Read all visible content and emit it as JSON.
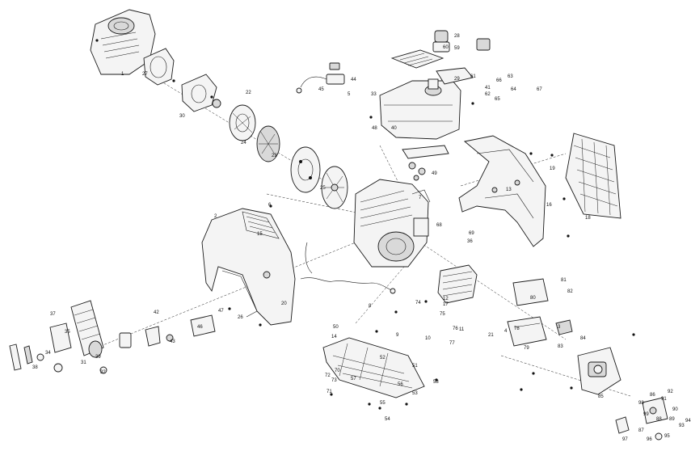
{
  "diagram": {
    "labels": [
      "28",
      "59",
      "15",
      "20",
      "29",
      "33",
      "36",
      "14",
      "1",
      "2",
      "3",
      "4",
      "5",
      "6",
      "7",
      "8",
      "9",
      "10",
      "11",
      "12",
      "13",
      "16",
      "17",
      "18",
      "19",
      "21",
      "22",
      "23",
      "24",
      "25",
      "26",
      "27",
      "30",
      "31",
      "32",
      "34",
      "35",
      "37",
      "38",
      "39",
      "40",
      "41",
      "42",
      "43",
      "44",
      "45",
      "46",
      "47",
      "48",
      "49",
      "50",
      "51",
      "52",
      "53",
      "54",
      "55",
      "56",
      "57",
      "58",
      "60",
      "61",
      "62",
      "63",
      "64",
      "65",
      "66",
      "67",
      "68",
      "69",
      "70",
      "71",
      "72",
      "73",
      "74",
      "75",
      "76",
      "77",
      "78",
      "79",
      "80",
      "81",
      "82",
      "83",
      "84",
      "85",
      "86",
      "87",
      "88",
      "89",
      "90",
      "91",
      "92",
      "93",
      "94",
      "95",
      "96",
      "97",
      "98",
      "99"
    ]
  }
}
